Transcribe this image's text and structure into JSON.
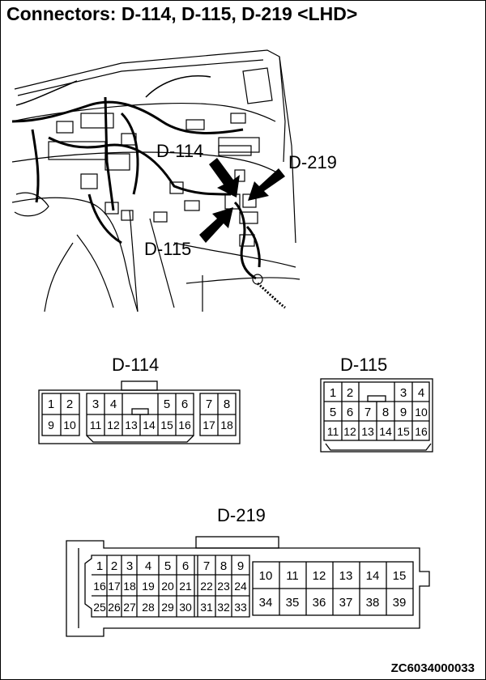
{
  "title": "Connectors: D-114, D-115, D-219 <LHD>",
  "figure_id": "ZC6034000033",
  "illustration": {
    "callouts": [
      "D-114",
      "D-219",
      "D-115"
    ]
  },
  "connectors": {
    "d114": {
      "label": "D-114",
      "top_row": [
        "1",
        "2",
        "3",
        "4",
        "5",
        "6",
        "7",
        "8"
      ],
      "bottom_row": [
        "9",
        "10",
        "11",
        "12",
        "13",
        "14",
        "15",
        "16",
        "17",
        "18"
      ]
    },
    "d115": {
      "label": "D-115",
      "row1": [
        "1",
        "2",
        "3",
        "4"
      ],
      "row2": [
        "5",
        "6",
        "7",
        "8",
        "9",
        "10"
      ],
      "row3": [
        "11",
        "12",
        "13",
        "14",
        "15",
        "16"
      ]
    },
    "d219": {
      "label": "D-219",
      "row1": [
        "1",
        "2",
        "3",
        "4",
        "5",
        "6",
        "7",
        "8",
        "9"
      ],
      "row2": [
        "16",
        "17",
        "18",
        "19",
        "20",
        "21",
        "22",
        "23",
        "24"
      ],
      "row3": [
        "25",
        "26",
        "27",
        "28",
        "29",
        "30",
        "31",
        "32",
        "33"
      ],
      "big_top": [
        "10",
        "11",
        "12",
        "13",
        "14",
        "15"
      ],
      "big_bottom": [
        "34",
        "35",
        "36",
        "37",
        "38",
        "39"
      ]
    }
  }
}
